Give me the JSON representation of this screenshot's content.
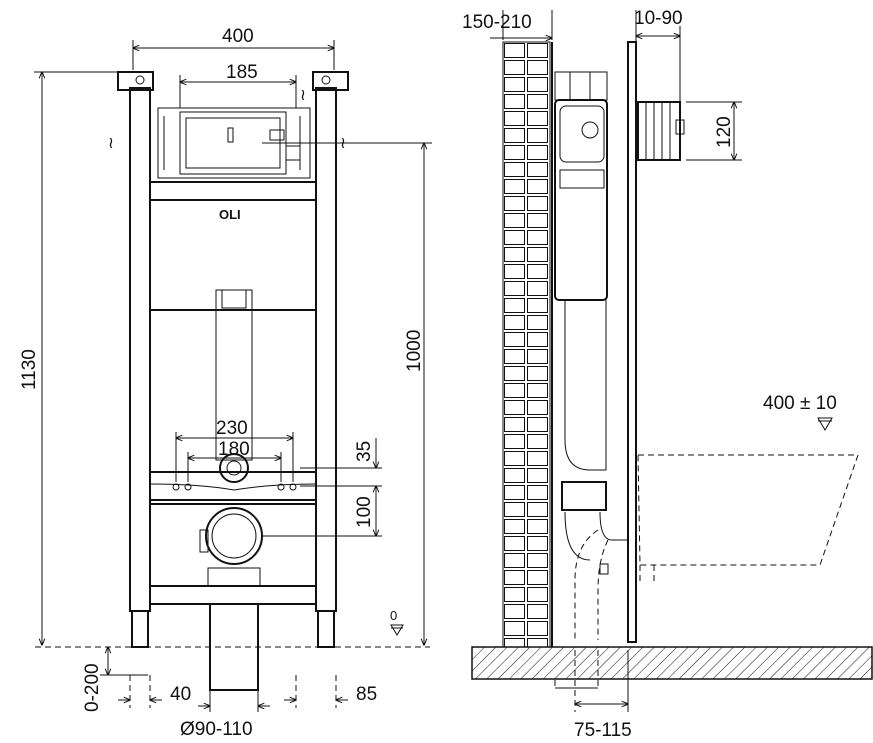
{
  "front_view": {
    "brand_label": "OLI",
    "dimensions": {
      "frame_width": "400",
      "panel_width": "185",
      "total_height": "1130",
      "inlet_height": "1000",
      "bolt_outer": "230",
      "bolt_inner": "180",
      "bolt_offset": "35",
      "drain_offset": "100",
      "foot_adjust": "0-200",
      "foot_left": "40",
      "foot_right": "85",
      "drain_diameter": "Ø90-110",
      "floor_level": "0"
    }
  },
  "side_view": {
    "dimensions": {
      "wall_depth": "150-210",
      "panel_offset": "10-90",
      "cistern_height": "120",
      "bowl_height": "400 ± 10",
      "drain_depth": "75-115"
    }
  }
}
